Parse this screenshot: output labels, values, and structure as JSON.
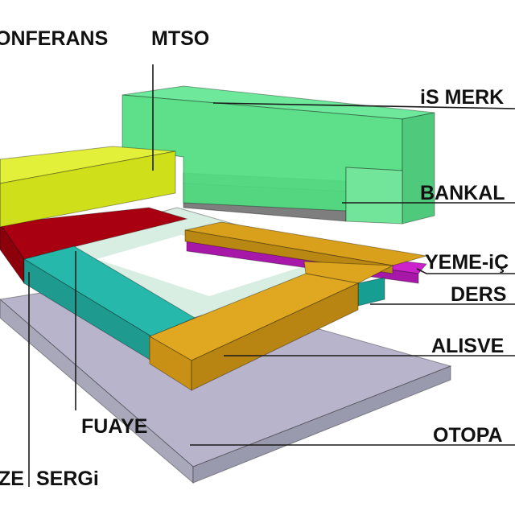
{
  "labels": {
    "konferans": "ONFERANS",
    "mtso": "MTSO",
    "is_merkezi": "iS MERK",
    "bankalar": "BANKAL",
    "yeme_icme": "YEME-iÇ",
    "derslik": "DERS",
    "alisveris": "ALISVE",
    "fuaye": "FUAYE",
    "otopark": "OTOPA",
    "muze": "ZE",
    "sergi": "SERGi"
  },
  "colors": {
    "is_merkezi": "#4fdc7e",
    "mtso": "#d8ec1e",
    "bankalar": "#8c8c8c",
    "konferans": "#b00010",
    "fuaye": "#cfe8dc",
    "sergi": "#22b5a8",
    "alisveris": "#dca21a",
    "yeme_icme": "#d01ed0",
    "derslik": "#149a8e",
    "otopark": "#c4c4d8"
  }
}
